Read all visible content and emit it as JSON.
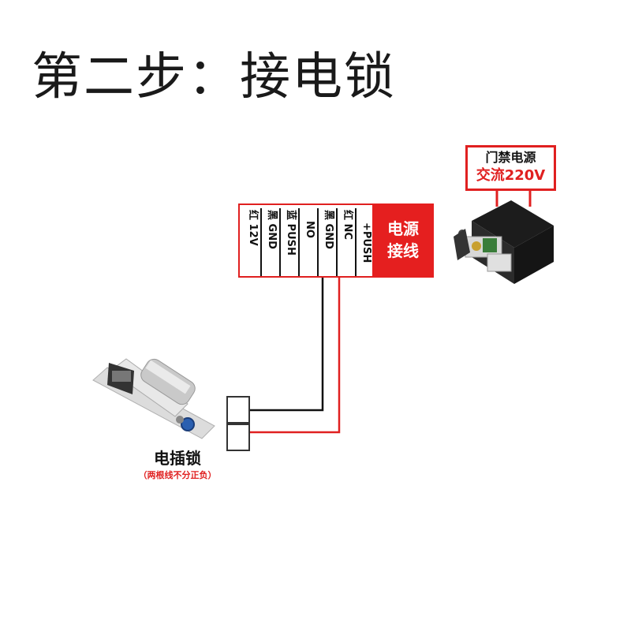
{
  "title": "第二步：接电锁",
  "terminal_block": {
    "terminals": [
      {
        "color": "红",
        "label": "12V"
      },
      {
        "color": "黑",
        "label": "GND"
      },
      {
        "color": "蓝",
        "label": "PUSH"
      },
      {
        "color": "",
        "label": "NO"
      },
      {
        "color": "黑",
        "label": "GND"
      },
      {
        "color": "红",
        "label": "NC"
      },
      {
        "color": "",
        "label": "+PUSH"
      }
    ],
    "label_line1": "电源",
    "label_line2": "接线"
  },
  "power_supply": {
    "line1": "门禁电源",
    "line2": "交流220V"
  },
  "lock": {
    "name": "电插锁",
    "note": "（两根线不分正负）"
  },
  "colors": {
    "red": "#e02020",
    "black": "#111111"
  }
}
